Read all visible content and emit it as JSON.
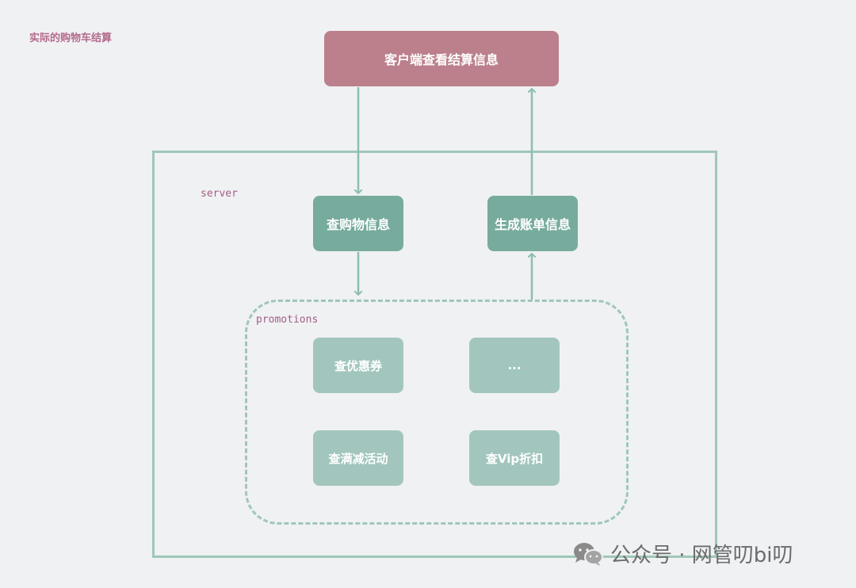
{
  "caption": "实际的购物车结算",
  "server_label": "server",
  "promotions_label": "promotions",
  "nodes": {
    "client": "客户端查看结算信息",
    "query_cart": "查购物信息",
    "generate_bill": "生成账单信息",
    "coupon": "查优惠券",
    "more": "...",
    "discount_event": "查满减活动",
    "vip_discount": "查Vip折扣"
  },
  "watermark": {
    "icon": "wechat-icon",
    "text": "公众号 · 网管叨bi叨"
  },
  "colors": {
    "client": "#bb808b",
    "dark_node": "#77ab9e",
    "light_node": "#a2c6bd",
    "frame": "#9fc7b8",
    "arrow": "#8bbfae",
    "label": "#a25f84"
  }
}
